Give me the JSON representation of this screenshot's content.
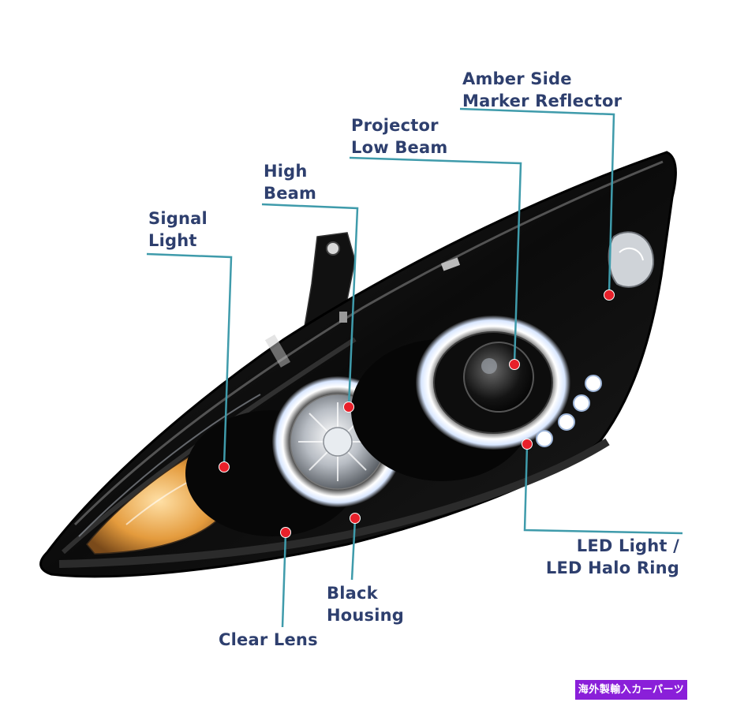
{
  "callouts": {
    "amber_side_marker": [
      "Amber Side",
      "Marker Reflector"
    ],
    "projector_low_beam": [
      "Projector",
      "Low Beam"
    ],
    "high_beam": [
      "High",
      "Beam"
    ],
    "signal_light": [
      "Signal",
      "Light"
    ],
    "led_light": [
      "LED Light /",
      "LED Halo Ring"
    ],
    "black_housing": [
      "Black",
      "Housing"
    ],
    "clear_lens": "Clear Lens"
  },
  "watermark": "海外製輸入カーパーツ",
  "colors": {
    "label_text": "#2e3f6e",
    "leader_line": "#3f9bab",
    "marker_dot": "#e8202a",
    "housing": "#0c0c0c",
    "badge": "#8a1fd9"
  }
}
